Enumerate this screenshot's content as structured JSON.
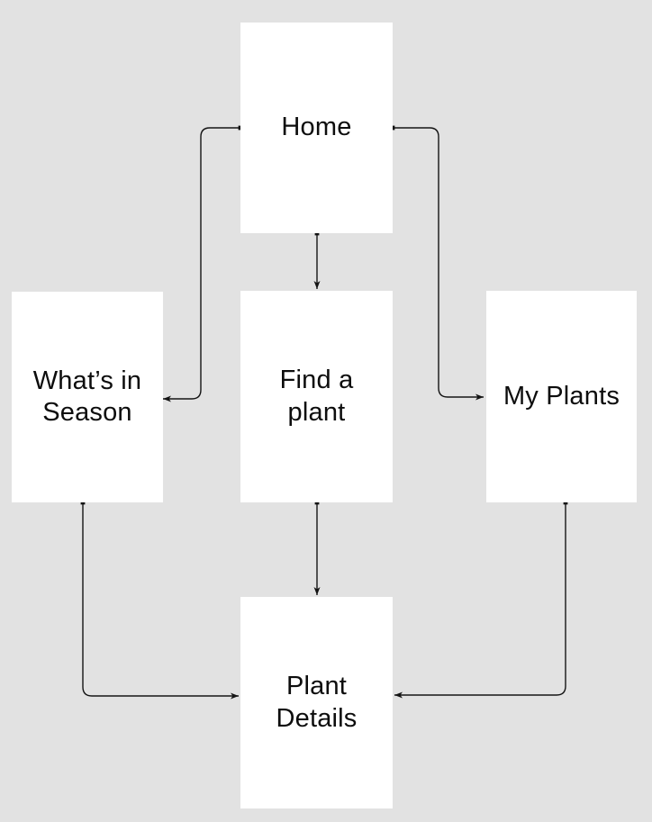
{
  "canvas": {
    "background_color": "#e2e2e2",
    "node_fill_color": "#ffffff",
    "connector_color": "#141414",
    "text_color": "#0d0d0d"
  },
  "nodes": {
    "home": {
      "label": "Home"
    },
    "whats_in_season": {
      "label": "What’s in\nSeason"
    },
    "find_a_plant": {
      "label": "Find a\nplant"
    },
    "my_plants": {
      "label": "My Plants"
    },
    "plant_details": {
      "label": "Plant\nDetails"
    }
  },
  "connectors": [
    {
      "from": "home",
      "to": "whats_in_season",
      "style": "elbow, arrow into right side of What’s in Season"
    },
    {
      "from": "home",
      "to": "my_plants",
      "style": "elbow, arrow into left side of My Plants"
    },
    {
      "from": "home",
      "to": "find_a_plant",
      "style": "straight down, arrow into top of Find a plant"
    },
    {
      "from": "find_a_plant",
      "to": "plant_details",
      "style": "straight down, arrow into top of Plant Details"
    },
    {
      "from": "whats_in_season",
      "to": "plant_details",
      "style": "elbow, arrow into left side of Plant Details"
    },
    {
      "from": "my_plants",
      "to": "plant_details",
      "style": "elbow, arrow into right side of Plant Details"
    }
  ]
}
